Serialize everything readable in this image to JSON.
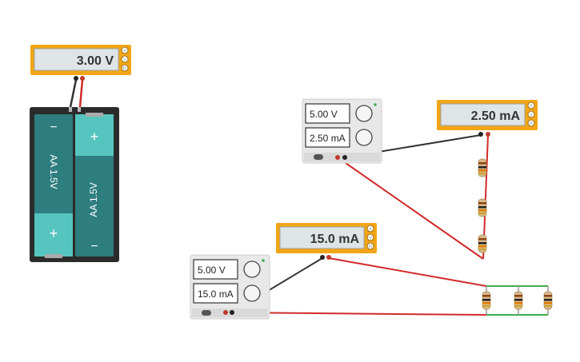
{
  "multimeters": [
    {
      "id": "battery-voltmeter",
      "reading": "3.00 V",
      "modes": [
        "A",
        "V",
        "R"
      ]
    },
    {
      "id": "series-ammeter",
      "reading": "2.50 mA",
      "modes": [
        "A",
        "V",
        "R"
      ]
    },
    {
      "id": "parallel-ammeter",
      "reading": "15.0 mA",
      "modes": [
        "A",
        "V",
        "R"
      ]
    }
  ],
  "power_supplies": [
    {
      "id": "series-supply",
      "voltage": "5.00 V",
      "current": "2.50 mA"
    },
    {
      "id": "parallel-supply",
      "voltage": "5.00 V",
      "current": "15.0 mA"
    }
  ],
  "battery_pack": {
    "cells": [
      {
        "label": "AA 1.5V",
        "top_terminal": "−",
        "bottom_terminal": "+"
      },
      {
        "label": "AA 1.5V",
        "top_terminal": "+",
        "bottom_terminal": "−"
      }
    ]
  },
  "colors": {
    "wire_red": "#d22a2a",
    "wire_black": "#333333",
    "wire_green": "#3fae49",
    "meter_orange": "#f2a516",
    "cell_teal": "#2e7d7f",
    "cell_light": "#56c5c0"
  }
}
